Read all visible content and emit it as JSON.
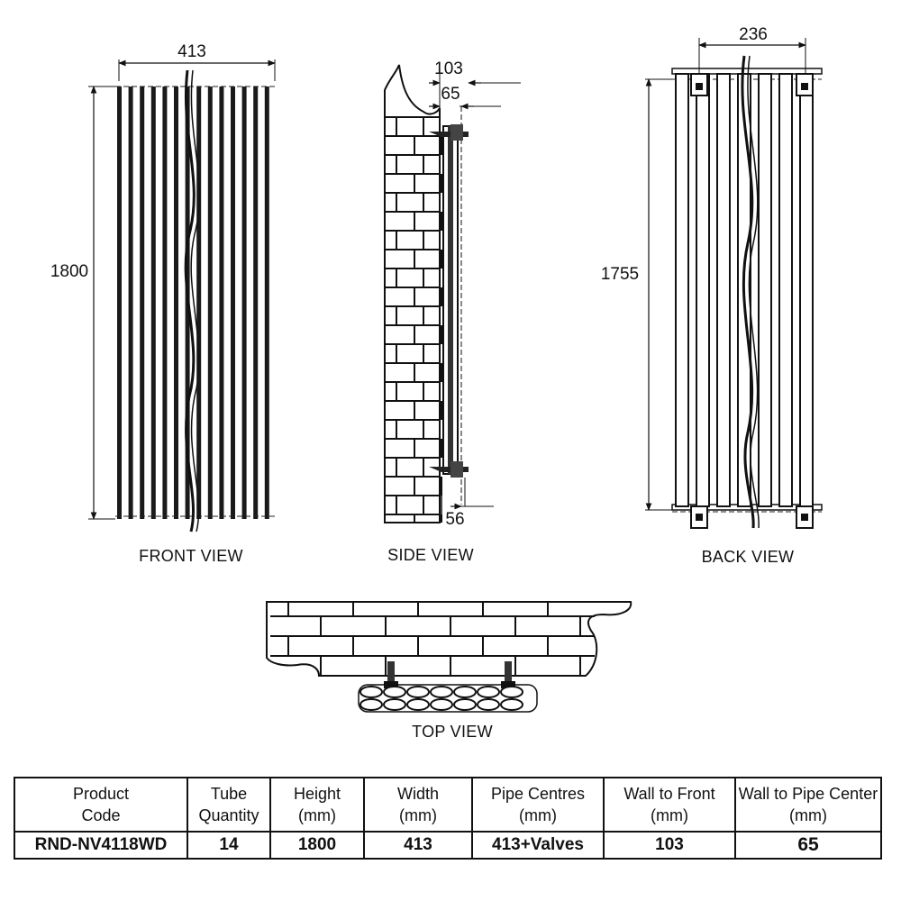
{
  "views": {
    "front": {
      "label": "FRONT VIEW",
      "width_dim": "413",
      "height_dim": "1800"
    },
    "side": {
      "label": "SIDE VIEW",
      "depth_dim": "103",
      "pipe_dim": "65",
      "bottom_dim": "56"
    },
    "back": {
      "label": "BACK VIEW",
      "bracket_dim": "236",
      "height_dim": "1755"
    },
    "top": {
      "label": "TOP VIEW"
    }
  },
  "table": {
    "headers": [
      {
        "line1": "Product",
        "line2": "Code"
      },
      {
        "line1": "Tube",
        "line2": "Quantity"
      },
      {
        "line1": "Height",
        "line2": "(mm)"
      },
      {
        "line1": "Width",
        "line2": "(mm)"
      },
      {
        "line1": "Pipe Centres",
        "line2": "(mm)"
      },
      {
        "line1": "Wall to Front",
        "line2": "(mm)"
      },
      {
        "line1": "Wall to Pipe Center",
        "line2": "(mm)"
      }
    ],
    "row": [
      "RND-NV4118WD",
      "14",
      "1800",
      "413",
      "413+Valves",
      "103",
      "65"
    ]
  }
}
